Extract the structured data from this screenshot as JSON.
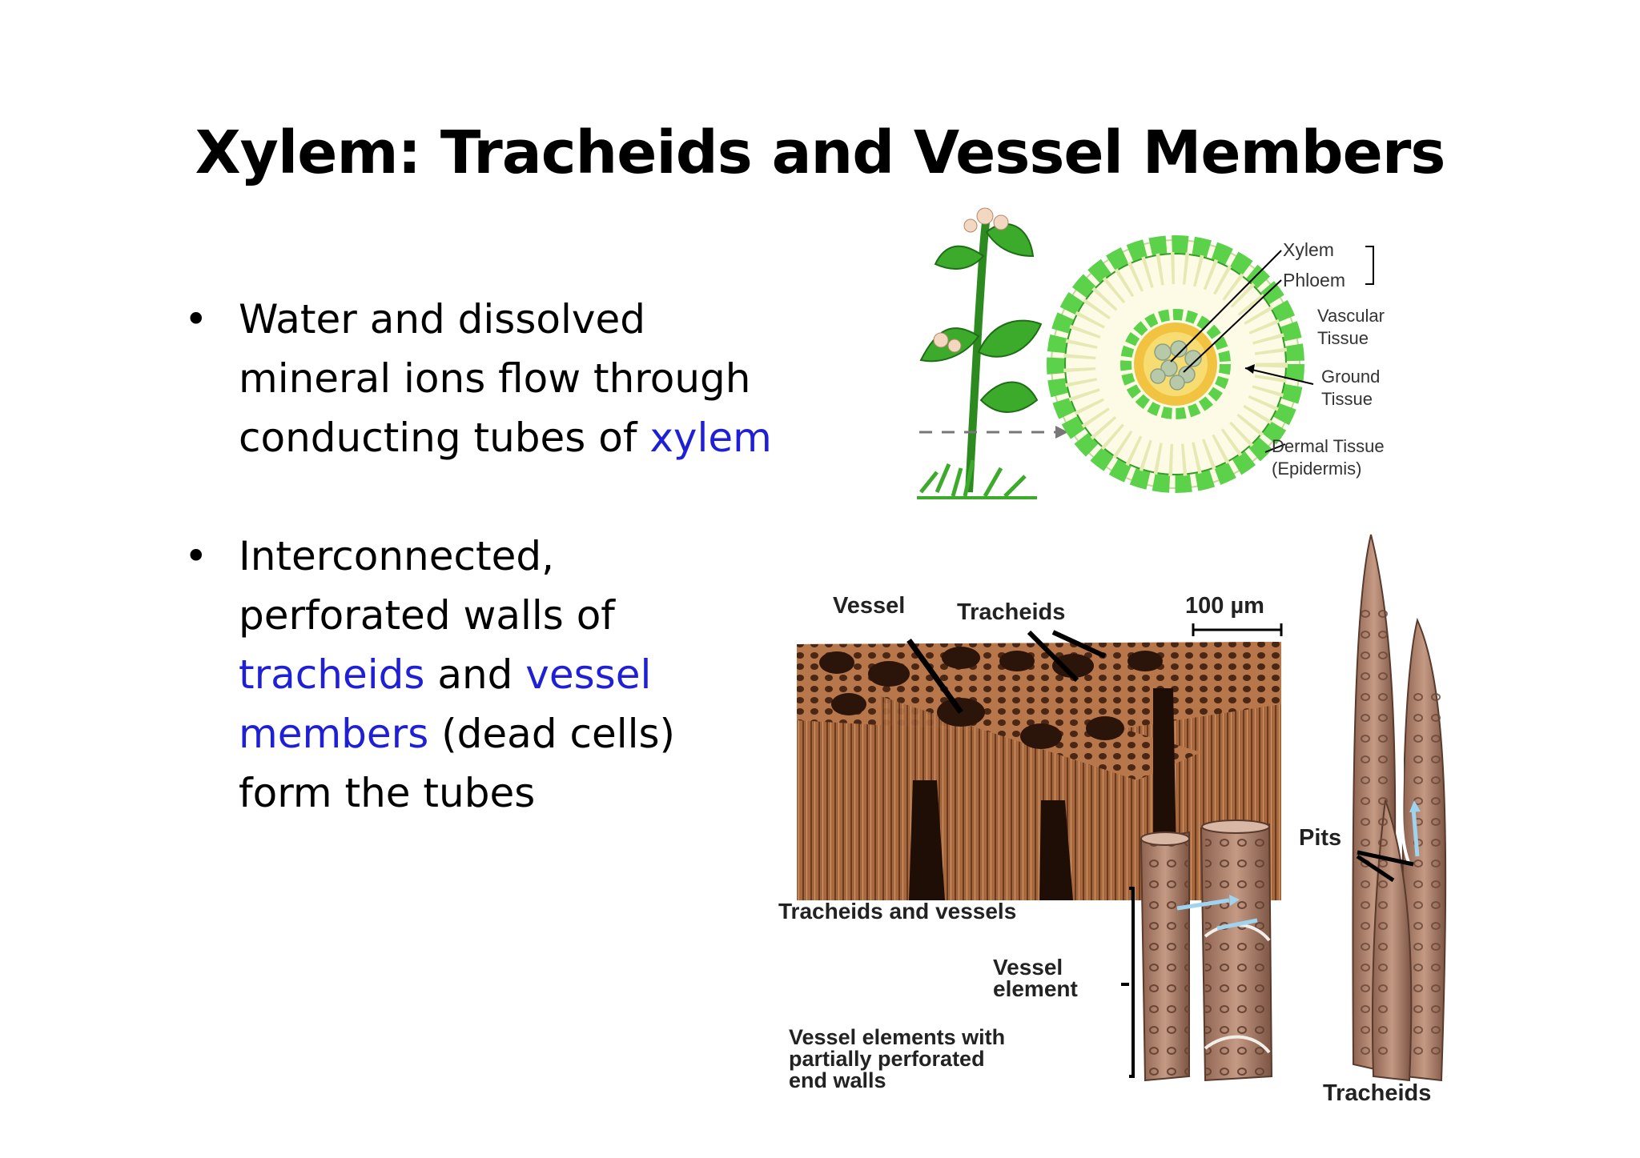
{
  "slide": {
    "title": "Xylem: Tracheids and Vessel Members",
    "bullet1": {
      "line1": "Water and dissolved",
      "line2": "mineral ions flow through",
      "line3_pre": "conducting tubes of ",
      "line3_highlight": "xylem"
    },
    "bullet2": {
      "line1": "Interconnected,",
      "line2": "perforated walls of",
      "line3_highlight1": "tracheids",
      "line3_mid": " and ",
      "line3_highlight2": "vessel",
      "line4_highlight": "members",
      "line4_post": " (dead cells)",
      "line5": "form the tubes"
    },
    "bullet_glyph": "•",
    "highlight_color": "#1f1fd6"
  },
  "cross_section": {
    "label_xylem": "Xylem",
    "label_phloem": "Phloem",
    "label_vascular_1": "Vascular",
    "label_vascular_2": "Tissue",
    "label_ground_1": "Ground",
    "label_ground_2": "Tissue",
    "label_dermal_1": "Dermal Tissue",
    "label_dermal_2": "(Epidermis)"
  },
  "micrograph": {
    "label_vessel": "Vessel",
    "label_tracheids_top": "Tracheids",
    "label_scale": "100 µm",
    "label_tracheids_and_vessels": "Tracheids and vessels",
    "label_vessel_element_1": "Vessel",
    "label_vessel_element_2": "element",
    "label_perforated_1": "Vessel elements with",
    "label_perforated_2": "partially perforated",
    "label_perforated_3": "end walls",
    "label_pits": "Pits",
    "label_tracheids_bottom": "Tracheids"
  }
}
